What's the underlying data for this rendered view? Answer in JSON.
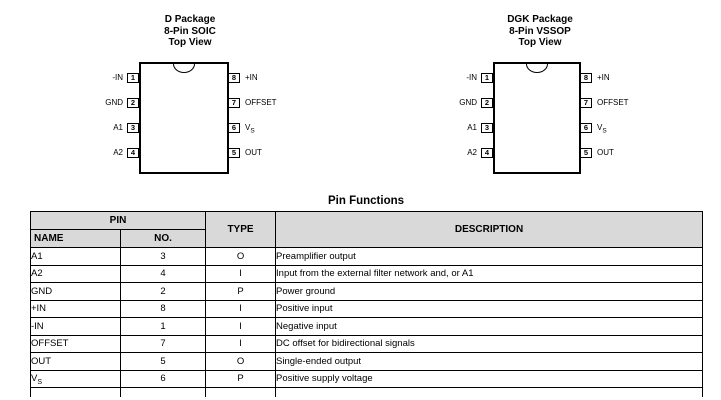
{
  "packages": [
    {
      "title_lines": [
        "D Package",
        "8-Pin SOIC",
        "Top View"
      ],
      "left_pins": [
        {
          "num": "1",
          "label": "-IN"
        },
        {
          "num": "2",
          "label": "GND"
        },
        {
          "num": "3",
          "label": "A1"
        },
        {
          "num": "4",
          "label": "A2"
        }
      ],
      "right_pins": [
        {
          "num": "8",
          "label": "+IN"
        },
        {
          "num": "7",
          "label": "OFFSET"
        },
        {
          "num": "6",
          "label": "V",
          "label_sub": "S"
        },
        {
          "num": "5",
          "label": "OUT"
        }
      ]
    },
    {
      "title_lines": [
        "DGK Package",
        "8-Pin VSSOP",
        "Top View"
      ],
      "left_pins": [
        {
          "num": "1",
          "label": "-IN"
        },
        {
          "num": "2",
          "label": "GND"
        },
        {
          "num": "3",
          "label": "A1"
        },
        {
          "num": "4",
          "label": "A2"
        }
      ],
      "right_pins": [
        {
          "num": "8",
          "label": "+IN"
        },
        {
          "num": "7",
          "label": "OFFSET"
        },
        {
          "num": "6",
          "label": "V",
          "label_sub": "S"
        },
        {
          "num": "5",
          "label": "OUT"
        }
      ]
    }
  ],
  "pin_table": {
    "title": "Pin Functions",
    "headers": {
      "pin_group": "PIN",
      "name": "NAME",
      "no": "NO.",
      "type": "TYPE",
      "description": "DESCRIPTION"
    },
    "rows": [
      {
        "name": "A1",
        "no": "3",
        "type": "O",
        "description": "Preamplifier output"
      },
      {
        "name": "A2",
        "no": "4",
        "type": "I",
        "description": "Input from the external filter network and, or A1"
      },
      {
        "name": "GND",
        "no": "2",
        "type": "P",
        "description": "Power ground"
      },
      {
        "name": "+IN",
        "no": "8",
        "type": "I",
        "description": "Positive input"
      },
      {
        "name": "-IN",
        "no": "1",
        "type": "I",
        "description": "Negative input"
      },
      {
        "name": "OFFSET",
        "no": "7",
        "type": "I",
        "description": "DC offset for bidirectional signals"
      },
      {
        "name": "OUT",
        "no": "5",
        "type": "O",
        "description": "Single-ended output"
      },
      {
        "name": "V",
        "name_sub": "S",
        "no": "6",
        "type": "P",
        "description": "Positive supply voltage"
      }
    ]
  },
  "colors": {
    "header_bg": "#d9d9d9",
    "border": "#000000",
    "text": "#000000",
    "background": "#ffffff"
  }
}
